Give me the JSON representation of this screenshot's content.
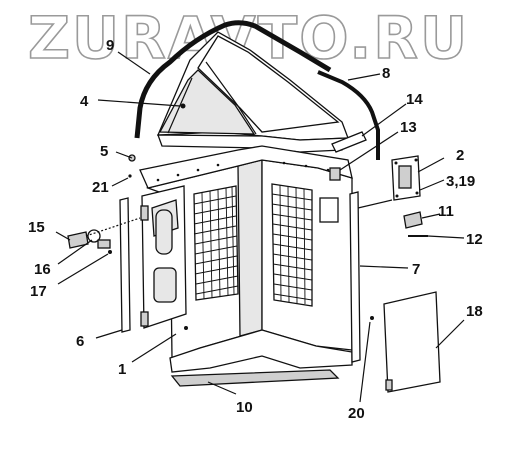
{
  "watermark": "ZURAVTO.RU",
  "callouts": [
    {
      "id": "9",
      "label": "9"
    },
    {
      "id": "8",
      "label": "8"
    },
    {
      "id": "4",
      "label": "4"
    },
    {
      "id": "14",
      "label": "14"
    },
    {
      "id": "13",
      "label": "13"
    },
    {
      "id": "5",
      "label": "5"
    },
    {
      "id": "2",
      "label": "2"
    },
    {
      "id": "21",
      "label": "21"
    },
    {
      "id": "3_19",
      "label": "3,19"
    },
    {
      "id": "15",
      "label": "15"
    },
    {
      "id": "11",
      "label": "11"
    },
    {
      "id": "12",
      "label": "12"
    },
    {
      "id": "16",
      "label": "16"
    },
    {
      "id": "7",
      "label": "7"
    },
    {
      "id": "17",
      "label": "17"
    },
    {
      "id": "18",
      "label": "18"
    },
    {
      "id": "6",
      "label": "6"
    },
    {
      "id": "1",
      "label": "1"
    },
    {
      "id": "10",
      "label": "10"
    },
    {
      "id": "20",
      "label": "20"
    }
  ]
}
